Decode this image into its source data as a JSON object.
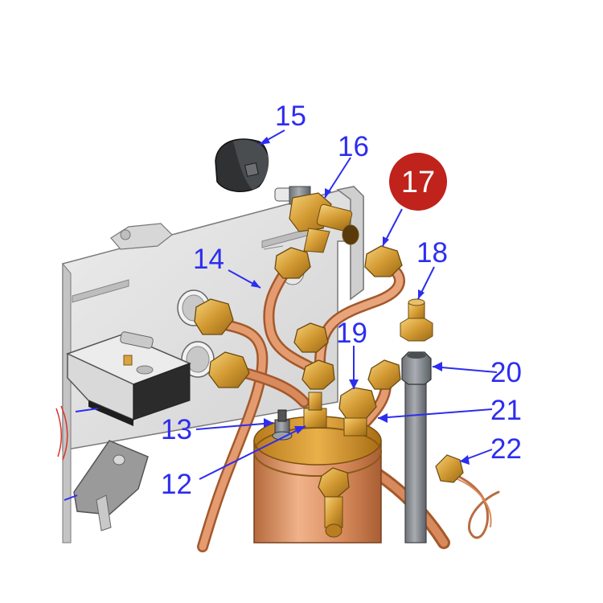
{
  "colors": {
    "callout_text": "#2d2df0",
    "leader_line": "#2d2df0",
    "highlight_badge": "#c0221c",
    "highlight_text": "#ffffff",
    "copper": "#d38a5c",
    "brass": "#d9a441",
    "panel": "#e6e6e6"
  },
  "callouts": {
    "c12": "12",
    "c13": "13",
    "c14": "14",
    "c15": "15",
    "c16": "16",
    "c17": "17",
    "c18": "18",
    "c19": "19",
    "c20": "20",
    "c21": "21",
    "c22": "22"
  },
  "highlighted_part": "17"
}
